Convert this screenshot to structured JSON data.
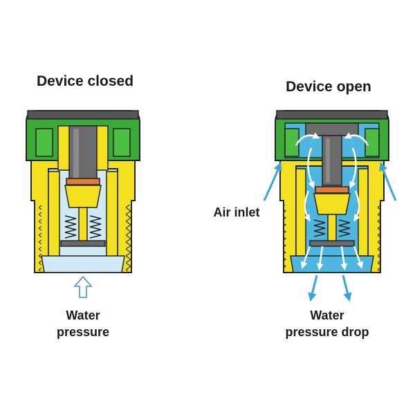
{
  "labels": {
    "closed_title": "Device closed",
    "open_title": "Device open",
    "air_inlet": "Air inlet",
    "closed_bottom_line1": "Water",
    "closed_bottom_line2": "pressure",
    "open_bottom_line1": "Water",
    "open_bottom_line2": "pressure drop"
  },
  "colors": {
    "cap_green": "#3aa935",
    "body_yellow": "#f3e021",
    "water_light": "#cfeaf5",
    "water_blue": "#4fb6e0",
    "stem_gray": "#6b6b6b",
    "seal_orange": "#e07b39",
    "arrow_blue": "#3aa6d8"
  }
}
